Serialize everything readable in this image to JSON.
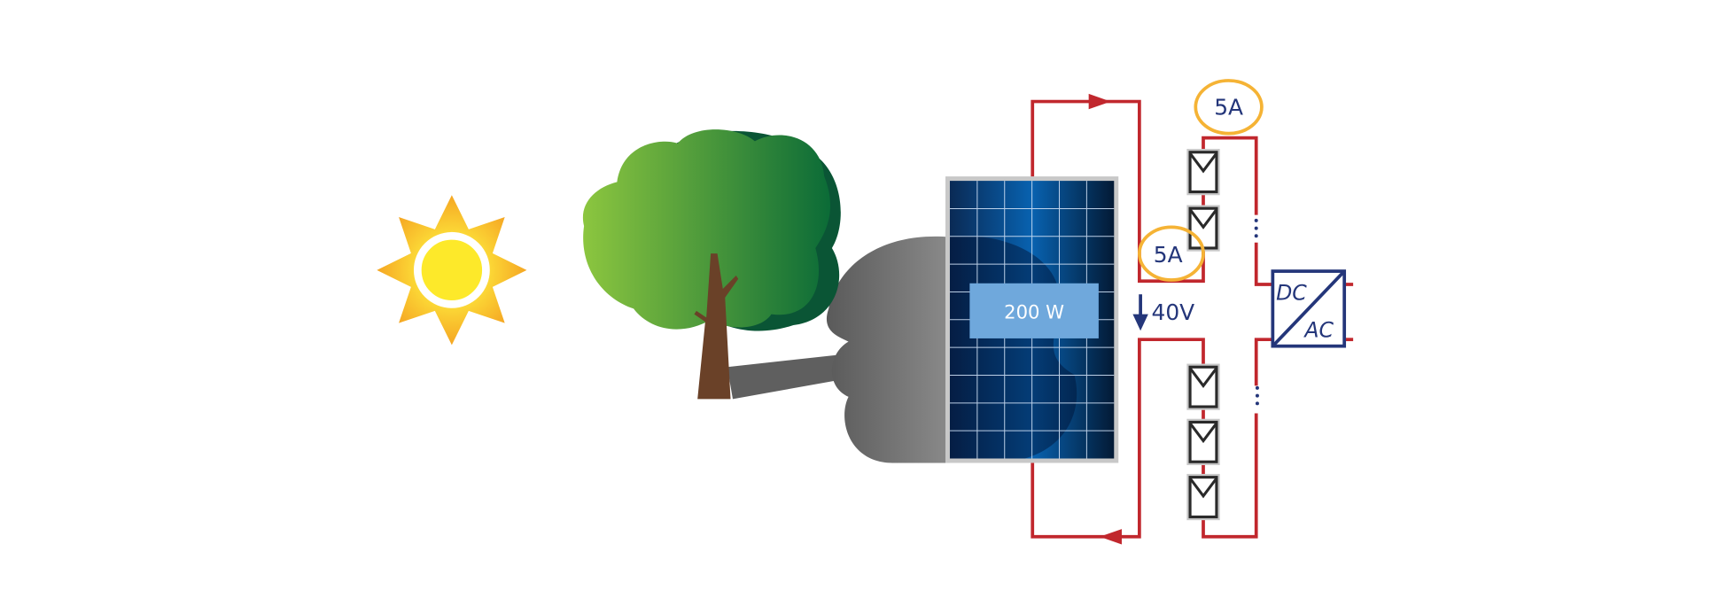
{
  "panel": {
    "label": "200 W"
  },
  "string": {
    "current_top": "5A",
    "current_panel": "5A",
    "voltage": "40V"
  },
  "inverter": {
    "dc_label": "DC",
    "ac_label": "AC"
  },
  "colors": {
    "wire": "#c1272d",
    "navy": "#24367a",
    "ring": "#f5b335",
    "panel_label": "#6fa8dc"
  }
}
